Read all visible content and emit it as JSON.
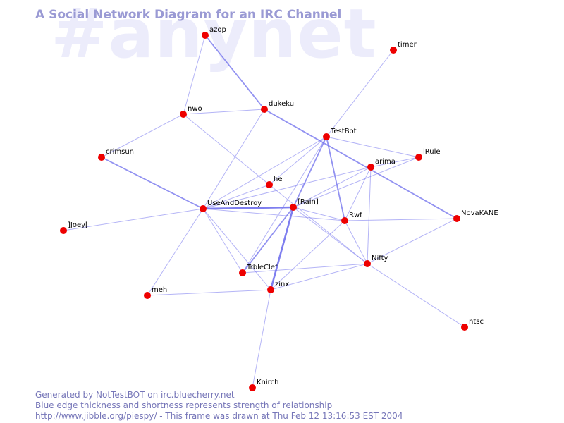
{
  "watermark": "#anynet",
  "title": "A Social Network Diagram for an IRC Channel",
  "footer": {
    "line1": "Generated by NotTestBOT on irc.bluecherry.net",
    "line2": "Blue edge thickness and shortness represents strength of relationship",
    "line3": "http://www.jibble.org/piespy/ - This frame was drawn at Thu Feb 12 13:16:53 EST 2004"
  },
  "colors": {
    "node": "#ee0000",
    "edge": "#7777ee",
    "title": "#9a9ad4",
    "watermark": "#ececfb",
    "footer": "#7676b8"
  },
  "nodes": [
    "azop",
    "timer",
    "nwo",
    "dukeku",
    "TestBot",
    "crimsun",
    "lRule",
    "arima",
    "he",
    "UseAndDestroy",
    "[Rain]",
    "]Joey[",
    "Rwf",
    "NovaKANE",
    "Nifty",
    "TrbleClef",
    "zinx",
    "meh",
    "ntsc",
    "Knirch"
  ],
  "edges": [
    {
      "source": "azop",
      "target": "nwo",
      "strength": 1
    },
    {
      "source": "azop",
      "target": "dukeku",
      "strength": 2
    },
    {
      "source": "nwo",
      "target": "dukeku",
      "strength": 1
    },
    {
      "source": "nwo",
      "target": "crimsun",
      "strength": 1
    },
    {
      "source": "nwo",
      "target": "he",
      "strength": 1
    },
    {
      "source": "dukeku",
      "target": "UseAndDestroy",
      "strength": 1
    },
    {
      "source": "dukeku",
      "target": "NovaKANE",
      "strength": 2
    },
    {
      "source": "timer",
      "target": "TestBot",
      "strength": 1
    },
    {
      "source": "TestBot",
      "target": "UseAndDestroy",
      "strength": 1
    },
    {
      "source": "TestBot",
      "target": "he",
      "strength": 1
    },
    {
      "source": "TestBot",
      "target": "[Rain]",
      "strength": 2
    },
    {
      "source": "TestBot",
      "target": "Rwf",
      "strength": 2
    },
    {
      "source": "TestBot",
      "target": "lRule",
      "strength": 1
    },
    {
      "source": "TestBot",
      "target": "TrbleClef",
      "strength": 1
    },
    {
      "source": "crimsun",
      "target": "UseAndDestroy",
      "strength": 2
    },
    {
      "source": "arima",
      "target": "lRule",
      "strength": 1
    },
    {
      "source": "arima",
      "target": "[Rain]",
      "strength": 1
    },
    {
      "source": "arima",
      "target": "Rwf",
      "strength": 1
    },
    {
      "source": "arima",
      "target": "Nifty",
      "strength": 1
    },
    {
      "source": "arima",
      "target": "UseAndDestroy",
      "strength": 1
    },
    {
      "source": "lRule",
      "target": "[Rain]",
      "strength": 1
    },
    {
      "source": "he",
      "target": "UseAndDestroy",
      "strength": 1
    },
    {
      "source": "he",
      "target": "Nifty",
      "strength": 1
    },
    {
      "source": "UseAndDestroy",
      "target": "[Rain]",
      "strength": 3
    },
    {
      "source": "UseAndDestroy",
      "target": "]Joey[",
      "strength": 1
    },
    {
      "source": "UseAndDestroy",
      "target": "TrbleClef",
      "strength": 1
    },
    {
      "source": "UseAndDestroy",
      "target": "zinx",
      "strength": 1
    },
    {
      "source": "UseAndDestroy",
      "target": "meh",
      "strength": 1
    },
    {
      "source": "UseAndDestroy",
      "target": "Rwf",
      "strength": 1
    },
    {
      "source": "[Rain]",
      "target": "Rwf",
      "strength": 1
    },
    {
      "source": "[Rain]",
      "target": "TrbleClef",
      "strength": 2
    },
    {
      "source": "[Rain]",
      "target": "zinx",
      "strength": 3
    },
    {
      "source": "[Rain]",
      "target": "Nifty",
      "strength": 1
    },
    {
      "source": "Rwf",
      "target": "NovaKANE",
      "strength": 1
    },
    {
      "source": "Rwf",
      "target": "zinx",
      "strength": 1
    },
    {
      "source": "Rwf",
      "target": "Nifty",
      "strength": 1
    },
    {
      "source": "NovaKANE",
      "target": "Nifty",
      "strength": 1
    },
    {
      "source": "Nifty",
      "target": "TrbleClef",
      "strength": 1
    },
    {
      "source": "Nifty",
      "target": "zinx",
      "strength": 1
    },
    {
      "source": "Nifty",
      "target": "ntsc",
      "strength": 1
    },
    {
      "source": "zinx",
      "target": "meh",
      "strength": 1
    },
    {
      "source": "zinx",
      "target": "Knirch",
      "strength": 1
    }
  ]
}
